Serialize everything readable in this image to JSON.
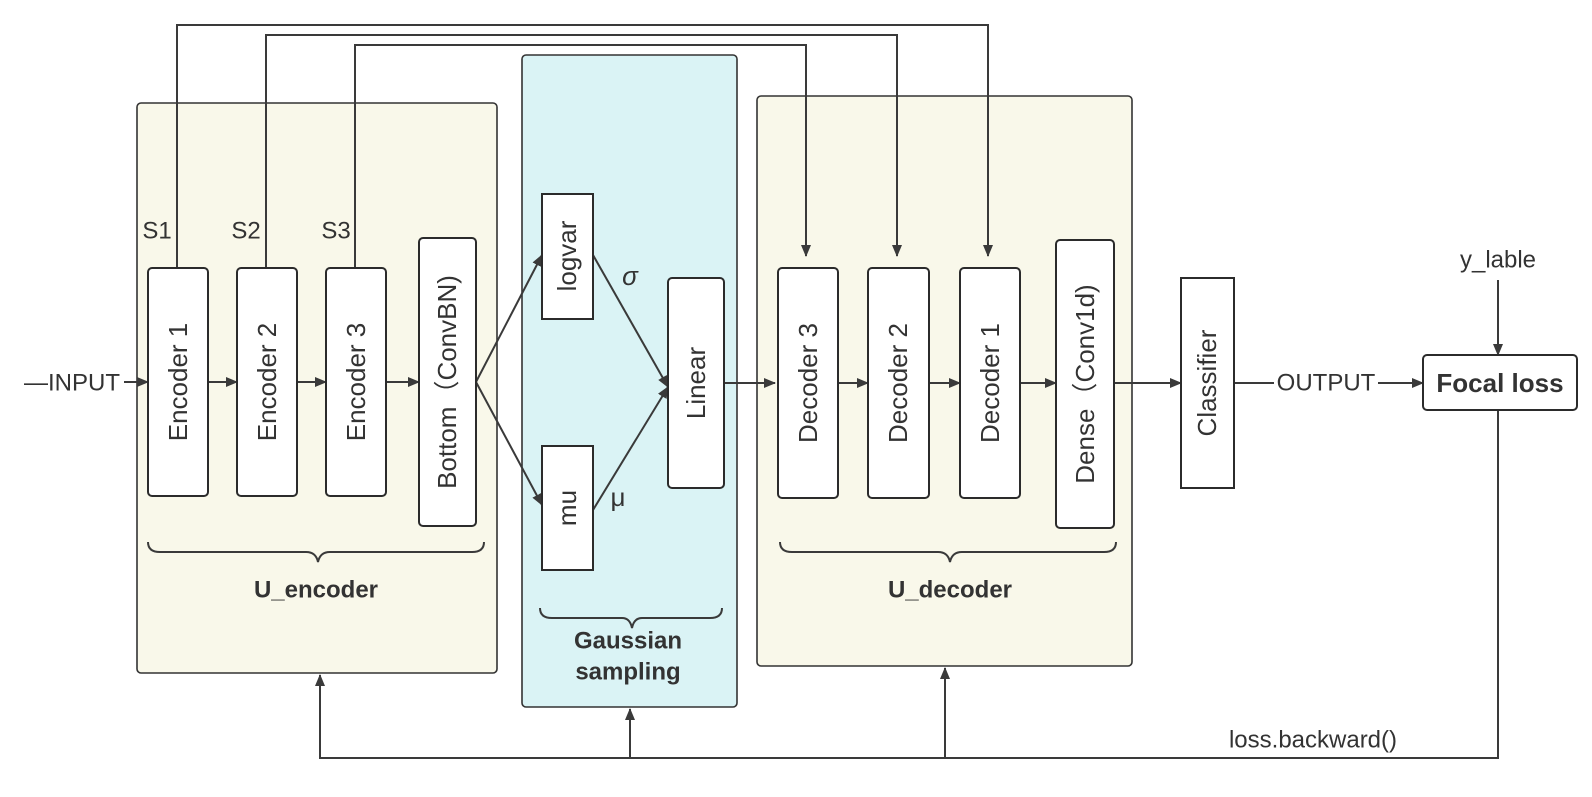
{
  "groups": {
    "encoder": {
      "label": "U_encoder",
      "fill": "#f9f8ea"
    },
    "sampling": {
      "label_line1": "Gaussian",
      "label_line2": "sampling",
      "fill": "#daf3f5"
    },
    "decoder": {
      "label": "U_decoder",
      "fill": "#f9f8ea"
    }
  },
  "blocks": {
    "encoder1": "Encoder 1",
    "encoder2": "Encoder 2",
    "encoder3": "Encoder 3",
    "bottom": "Bottom（ConvBN)",
    "logvar": "logvar",
    "mu": "mu",
    "linear": "Linear",
    "decoder3": "Decoder 3",
    "decoder2": "Decoder 2",
    "decoder1": "Decoder 1",
    "dense": "Dense（Conv1d)",
    "classifier": "Classifier",
    "focal_loss": "Focal loss"
  },
  "labels": {
    "input": "—INPUT",
    "output": "OUTPUT",
    "y_label": "y_lable",
    "s1": "S1",
    "s2": "S2",
    "s3": "S3",
    "sigma": "σ",
    "mu_symbol": "μ",
    "backward": "loss.backward()"
  }
}
